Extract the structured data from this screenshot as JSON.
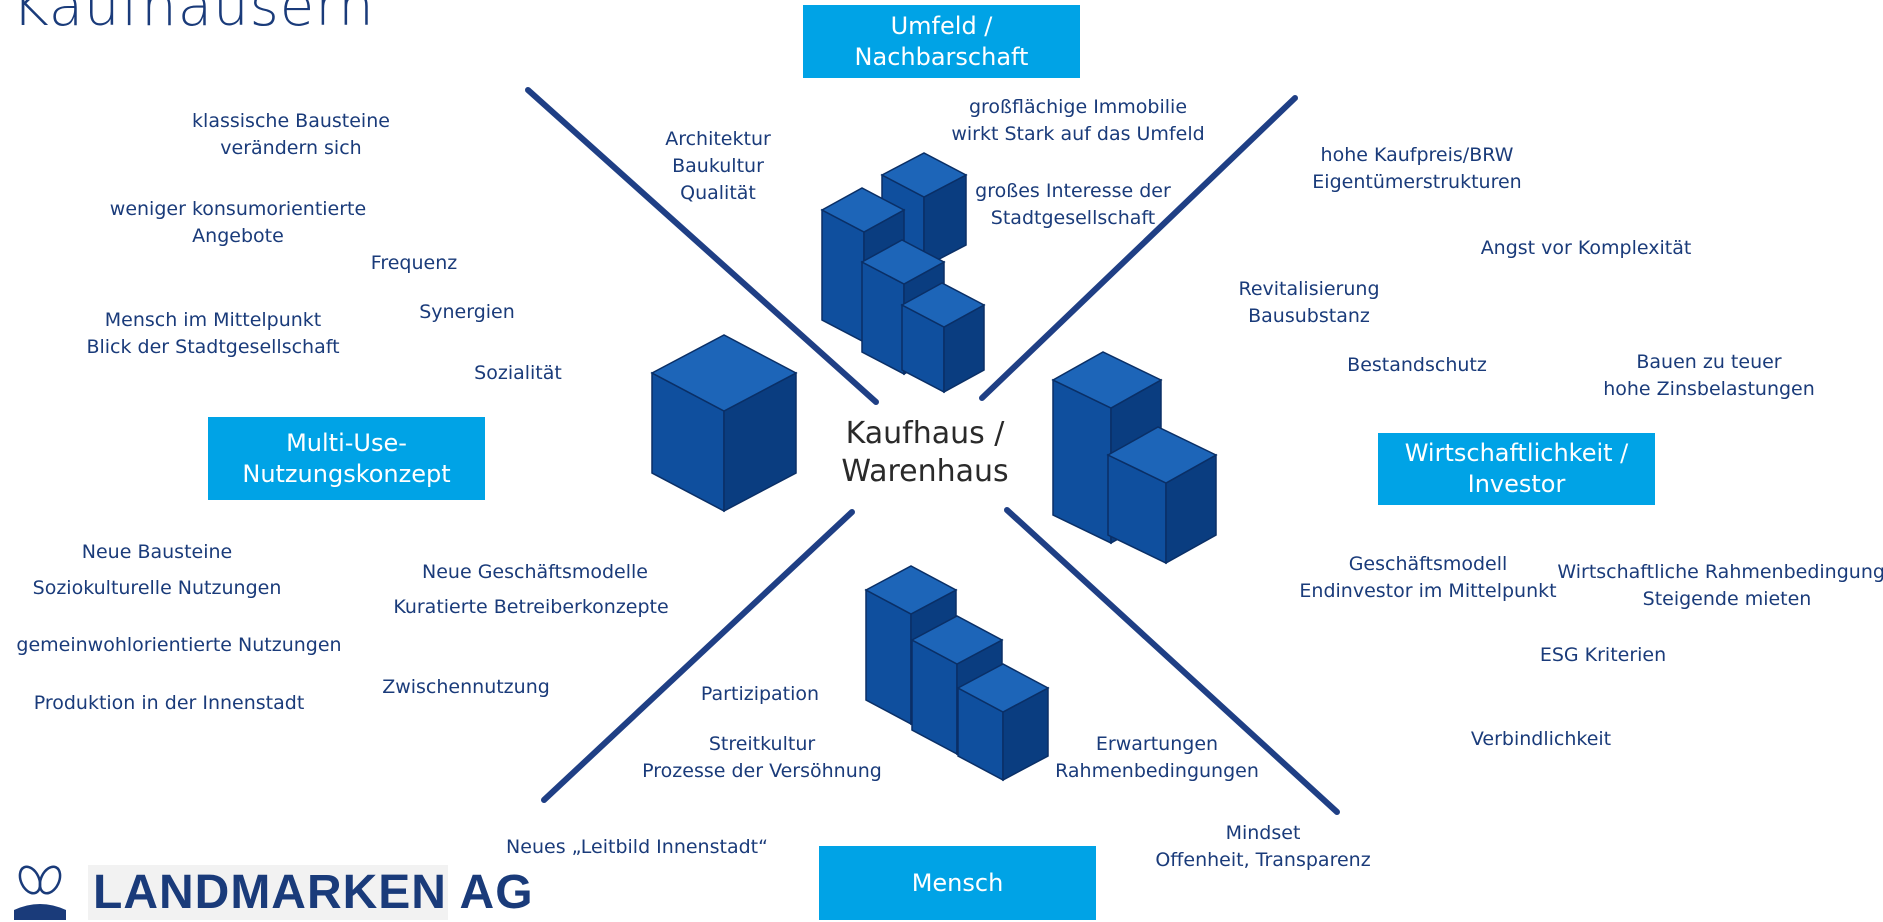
{
  "title": "Kaufhäusern",
  "center": {
    "line1": "Kaufhaus /",
    "line2": "Warenhaus"
  },
  "boxes": {
    "umfeld": {
      "line1": "Umfeld /",
      "line2": "Nachbarschaft"
    },
    "multiuse": {
      "line1": "Multi-Use-",
      "line2": "Nutzungskonzept"
    },
    "wirtschaft": {
      "line1": "Wirtschaftlichkeit /",
      "line2": "Investor"
    },
    "mensch": {
      "line1": "Mensch"
    }
  },
  "texts": {
    "t1": {
      "l1": "klassische Bausteine",
      "l2": "verändern sich"
    },
    "t2": {
      "l1": "weniger konsumorientierte",
      "l2": "Angebote"
    },
    "t3": {
      "l1": "Frequenz"
    },
    "t4": {
      "l1": "Synergien"
    },
    "t5": {
      "l1": "Mensch im Mittelpunkt",
      "l2": "Blick der Stadtgesellschaft"
    },
    "t6": {
      "l1": "Sozialität"
    },
    "t7": {
      "l1": "Architektur",
      "l2": "Baukultur",
      "l3": "Qualität"
    },
    "t8": {
      "l1": "großflächige Immobilie",
      "l2": "wirkt Stark auf das Umfeld"
    },
    "t9": {
      "l1": "großes Interesse der",
      "l2": "Stadtgesellschaft"
    },
    "t10": {
      "l1": "hohe Kaufpreis/BRW",
      "l2": "Eigentümerstrukturen"
    },
    "t11": {
      "l1": "Angst vor Komplexität"
    },
    "t12": {
      "l1": "Revitalisierung",
      "l2": "Bausubstanz"
    },
    "t13": {
      "l1": "Bestandschutz"
    },
    "t14": {
      "l1": "Bauen zu teuer",
      "l2": "hohe Zinsbelastungen"
    },
    "t15": {
      "l1": "Neue Bausteine"
    },
    "t16": {
      "l1": "Soziokulturelle Nutzungen"
    },
    "t17": {
      "l1": "gemeinwohlorientierte Nutzungen"
    },
    "t18": {
      "l1": "Produktion in der Innenstadt"
    },
    "t19": {
      "l1": "Neue Geschäftsmodelle"
    },
    "t20": {
      "l1": "Kuratierte Betreiberkonzepte"
    },
    "t21": {
      "l1": "Zwischennutzung"
    },
    "t22": {
      "l1": "Partizipation"
    },
    "t23": {
      "l1": "Streitkultur",
      "l2": "Prozesse der Versöhnung"
    },
    "t24": {
      "l1": "Erwartungen",
      "l2": "Rahmenbedingungen"
    },
    "t25": {
      "l1": "Geschäftsmodell",
      "l2": "Endinvestor im Mittelpunkt"
    },
    "t26": {
      "l1": "Wirtschaftliche Rahmenbedingunge",
      "l2": "Steigende mieten"
    },
    "t27": {
      "l1": "ESG Kriterien"
    },
    "t28": {
      "l1": "Verbindlichkeit"
    },
    "t29": {
      "l1": "Neues „Leitbild Innenstadt“"
    },
    "t30": {
      "l1": "Mindset",
      "l2": "Offenheit, Transparenz"
    }
  },
  "logo": {
    "text": "LANDMARKEN AG"
  },
  "colors": {
    "accent": "#00a3e6",
    "text": "#1a3b7a",
    "line": "#1f3f85",
    "block_front": "#0f4f9e",
    "block_top": "#1d65b8",
    "block_side": "#0a3d80"
  }
}
